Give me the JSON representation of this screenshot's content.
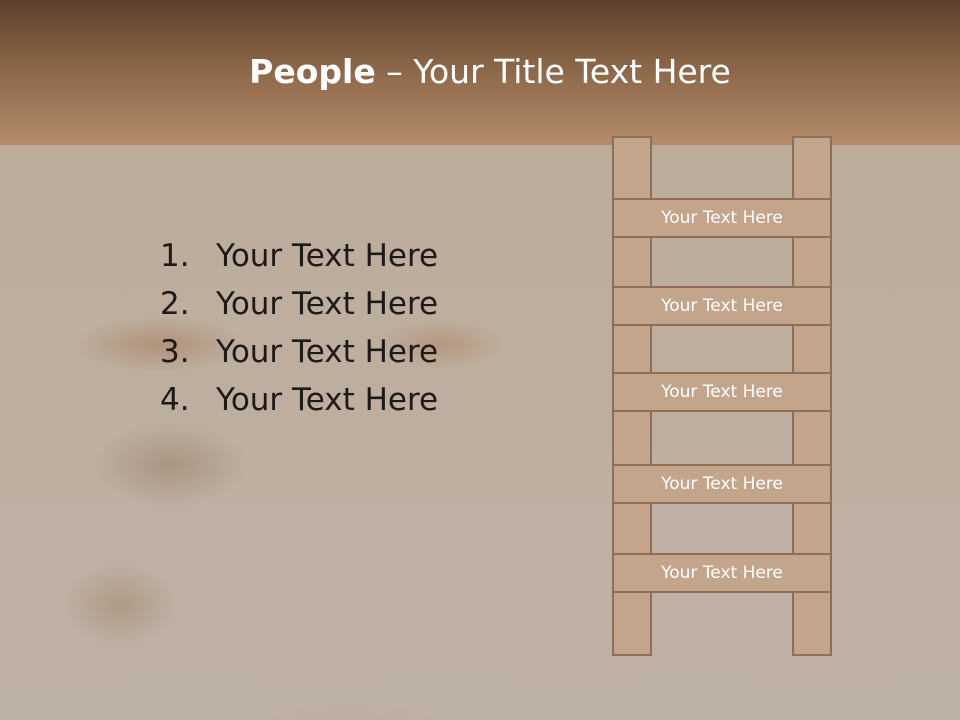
{
  "slide": {
    "title_bold": "People",
    "title_dash": " – ",
    "title_rest": "Your Title Text Here",
    "list": [
      {
        "num": "1.",
        "text": "Your Text Here"
      },
      {
        "num": "2.",
        "text": "Your Text Here"
      },
      {
        "num": "3.",
        "text": "Your Text Here"
      },
      {
        "num": "4.",
        "text": "Your Text Here"
      }
    ],
    "ladder_rungs": [
      "Your Text Here",
      "Your Text Here",
      "Your Text Here",
      "Your Text Here",
      "Your Text Here"
    ]
  },
  "colors": {
    "header_dark": "#5c412d",
    "header_light": "#b48c6b",
    "ladder_fill": "#c3a58c",
    "ladder_border": "#8e6e58"
  }
}
